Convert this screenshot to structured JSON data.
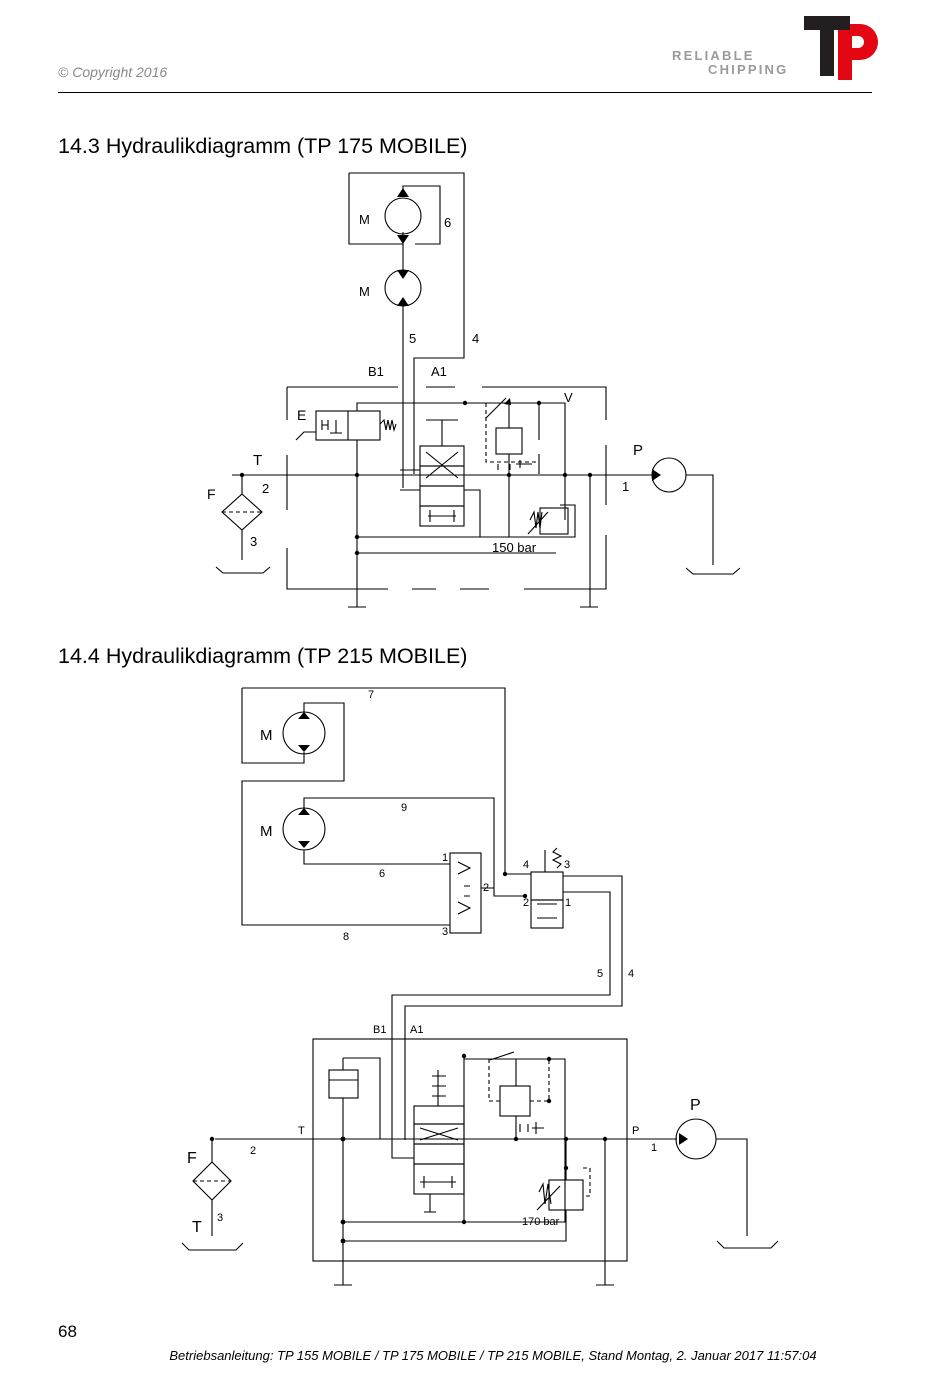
{
  "header": {
    "copyright": "© Copyright 2016",
    "brand_line1": "RELIABLE",
    "brand_line2": "CHIPPING",
    "logo_letters": "TP"
  },
  "colors": {
    "logo_dark": "#231f20",
    "logo_red": "#e30613",
    "header_gray": "#9a9a9a"
  },
  "sections": [
    {
      "title": "14.3 Hydraulikdiagramm (TP 175 MOBILE)"
    },
    {
      "title": "14.4 Hydraulikdiagramm (TP 215 MOBILE)"
    }
  ],
  "diagram1": {
    "labels": {
      "M_top": "M",
      "M_bottom": "M",
      "line6": "6",
      "line5": "5",
      "line4": "4",
      "B1": "B1",
      "A1": "A1",
      "V": "V",
      "E": "E",
      "T": "T",
      "F": "F",
      "line2": "2",
      "line3": "3",
      "P": "P",
      "line1": "1",
      "pressure": "150 bar"
    }
  },
  "diagram2": {
    "labels": {
      "M_top": "M",
      "M_bottom": "M",
      "line7": "7",
      "line9": "9",
      "line6": "6",
      "line8": "8",
      "div1": "1",
      "div2": "2",
      "div3": "3",
      "v4": "4",
      "v3": "3",
      "v2": "2",
      "v1": "1",
      "line5": "5",
      "line4": "4",
      "B1": "B1",
      "A1": "A1",
      "T": "T",
      "P_small": "P",
      "P_big": "P",
      "F": "F",
      "T_big": "T",
      "line2": "2",
      "line3": "3",
      "line1": "1",
      "pressure": "170 bar"
    }
  },
  "footer": {
    "page_number": "68",
    "text": "Betriebsanleitung: TP 155 MOBILE / TP 175 MOBILE / TP 215 MOBILE, Stand Montag, 2. Januar 2017 11:57:04"
  }
}
